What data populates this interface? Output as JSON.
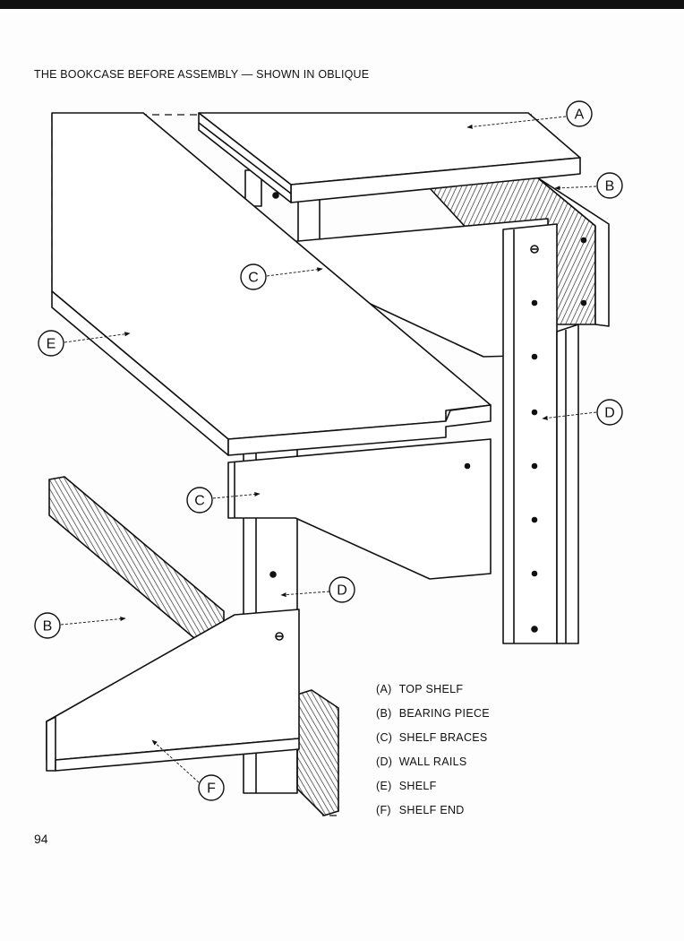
{
  "caption": "THE BOOKCASE BEFORE ASSEMBLY — SHOWN IN OBLIQUE",
  "page_number": "94",
  "callouts": [
    {
      "key": "a",
      "letter": "A"
    },
    {
      "key": "b1",
      "letter": "B"
    },
    {
      "key": "c1",
      "letter": "C"
    },
    {
      "key": "e",
      "letter": "E"
    },
    {
      "key": "d1",
      "letter": "D"
    },
    {
      "key": "c2",
      "letter": "C"
    },
    {
      "key": "d2",
      "letter": "D"
    },
    {
      "key": "b2",
      "letter": "B"
    },
    {
      "key": "f",
      "letter": "F"
    }
  ],
  "legend": [
    {
      "key": "(A)",
      "label": "TOP SHELF"
    },
    {
      "key": "(B)",
      "label": "BEARING PIECE"
    },
    {
      "key": "(C)",
      "label": "SHELF BRACES"
    },
    {
      "key": "(D)",
      "label": "WALL RAILS"
    },
    {
      "key": "(E)",
      "label": "SHELF"
    },
    {
      "key": "(F)",
      "label": "SHELF END"
    }
  ]
}
